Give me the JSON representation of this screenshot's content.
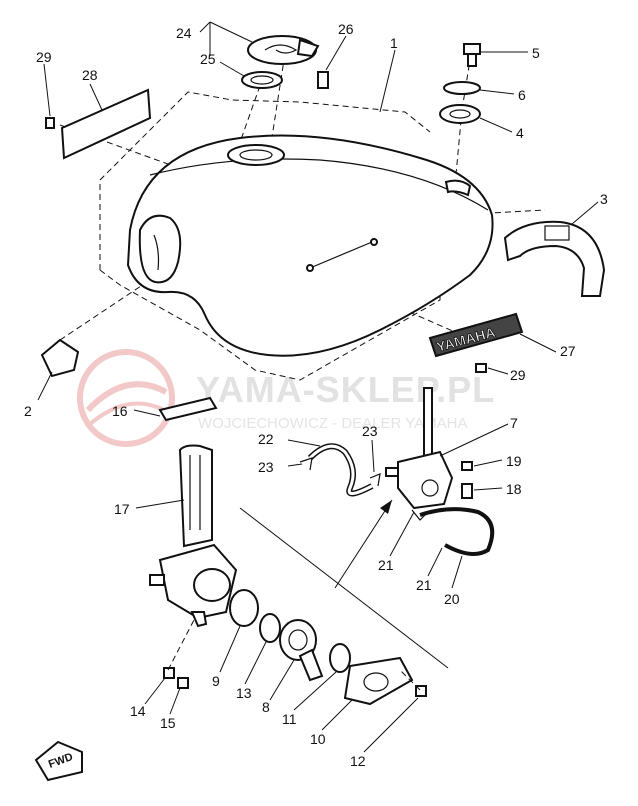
{
  "watermark": {
    "brand": "YAMA-SKLEP.PL",
    "dealer": "WOJCIECHOWICZ - DEALER YAMAHA"
  },
  "emblem_text": "YAMAHA",
  "fwd_label": "FWD",
  "callouts": [
    {
      "id": "1",
      "label": "1"
    },
    {
      "id": "2",
      "label": "2"
    },
    {
      "id": "3",
      "label": "3"
    },
    {
      "id": "4",
      "label": "4"
    },
    {
      "id": "5",
      "label": "5"
    },
    {
      "id": "6",
      "label": "6"
    },
    {
      "id": "7",
      "label": "7"
    },
    {
      "id": "8",
      "label": "8"
    },
    {
      "id": "9",
      "label": "9"
    },
    {
      "id": "10",
      "label": "10"
    },
    {
      "id": "11",
      "label": "11"
    },
    {
      "id": "12",
      "label": "12"
    },
    {
      "id": "13",
      "label": "13"
    },
    {
      "id": "14",
      "label": "14"
    },
    {
      "id": "15",
      "label": "15"
    },
    {
      "id": "16",
      "label": "16"
    },
    {
      "id": "17",
      "label": "17"
    },
    {
      "id": "18",
      "label": "18"
    },
    {
      "id": "19",
      "label": "19"
    },
    {
      "id": "20",
      "label": "20"
    },
    {
      "id": "21a",
      "label": "21"
    },
    {
      "id": "21b",
      "label": "21"
    },
    {
      "id": "22",
      "label": "22"
    },
    {
      "id": "23a",
      "label": "23"
    },
    {
      "id": "23b",
      "label": "23"
    },
    {
      "id": "24",
      "label": "24"
    },
    {
      "id": "25",
      "label": "25"
    },
    {
      "id": "26",
      "label": "26"
    },
    {
      "id": "27",
      "label": "27"
    },
    {
      "id": "28",
      "label": "28"
    },
    {
      "id": "29a",
      "label": "29"
    },
    {
      "id": "29b",
      "label": "29"
    }
  ]
}
